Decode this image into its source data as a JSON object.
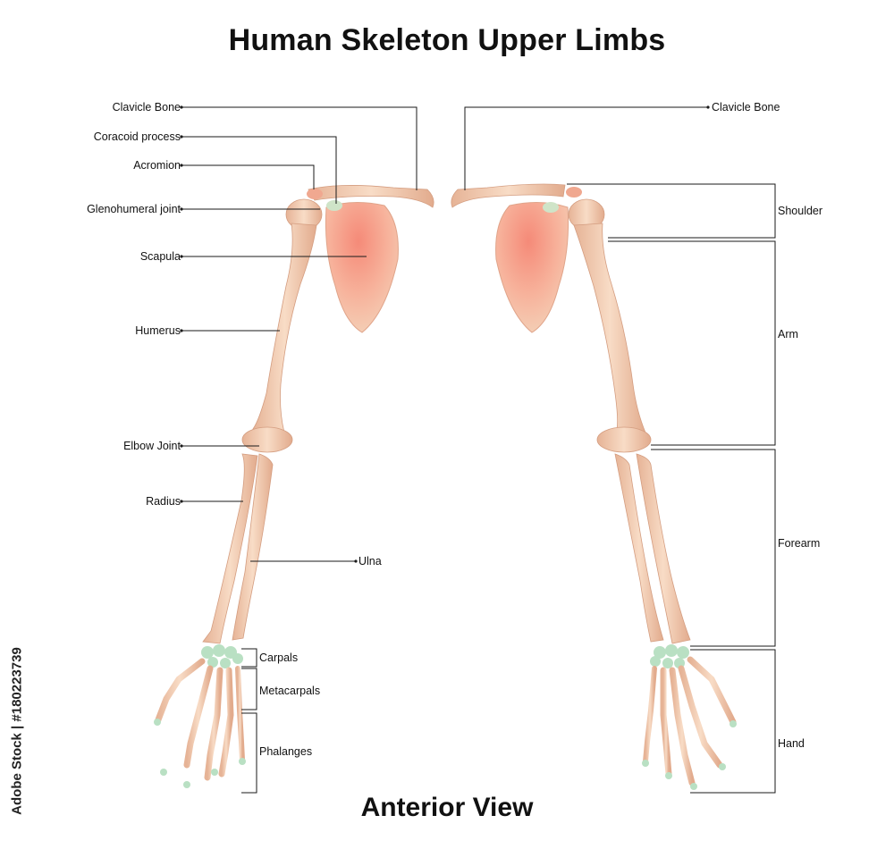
{
  "title": "Human Skeleton Upper Limbs",
  "subtitle": "Anterior View",
  "watermark": "Adobe Stock | #180223739",
  "left_labels": {
    "clavicle": "Clavicle Bone",
    "coracoid": "Coracoid process",
    "acromion": "Acromion",
    "glenohumeral": "Glenohumeral joint",
    "scapula": "Scapula",
    "humerus": "Humerus",
    "elbow": "Elbow Joint",
    "radius": "Radius",
    "ulna": "Ulna",
    "carpals": "Carpals",
    "metacarpals": "Metacarpals",
    "phalanges": "Phalanges"
  },
  "right_labels": {
    "clavicle": "Clavicle Bone",
    "shoulder": "Shoulder",
    "arm": "Arm",
    "forearm": "Forearm",
    "hand": "Hand"
  },
  "colors": {
    "bone": "#f3cdb0",
    "bone_dark": "#e0a98a",
    "scapula": "#f5937f",
    "wrist": "#b8dfc2",
    "line": "#1a1a1a"
  }
}
